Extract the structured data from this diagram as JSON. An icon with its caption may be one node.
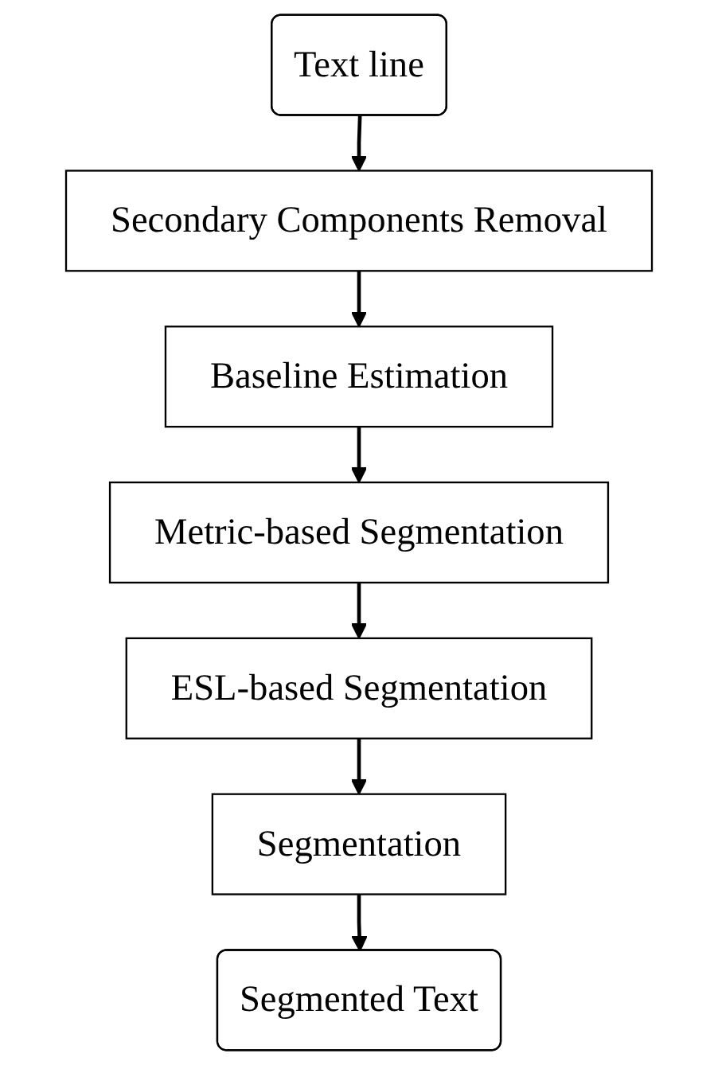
{
  "diagram": {
    "nodes": [
      {
        "text": [
          "Text line"
        ]
      },
      {
        "text": [
          "Secondary Components Removal"
        ]
      },
      {
        "text": [
          "Baseline Estimation"
        ]
      },
      {
        "text": [
          "Metric-based Segmentation"
        ]
      },
      {
        "text": [
          "ESL-based Segmentation"
        ]
      },
      {
        "text": [
          "Segmentation"
        ]
      },
      {
        "text": [
          "Segmented Text"
        ]
      }
    ],
    "edges": [
      {
        "from": 0,
        "to": 1,
        "arrow": "to"
      },
      {
        "from": 1,
        "to": 2,
        "arrow": "to"
      },
      {
        "from": 2,
        "to": 3,
        "arrow": "to"
      },
      {
        "from": 3,
        "to": 4,
        "arrow": "to"
      },
      {
        "from": 4,
        "to": 5,
        "arrow": "to"
      },
      {
        "from": 5,
        "to": 6,
        "arrow": "to"
      }
    ]
  }
}
